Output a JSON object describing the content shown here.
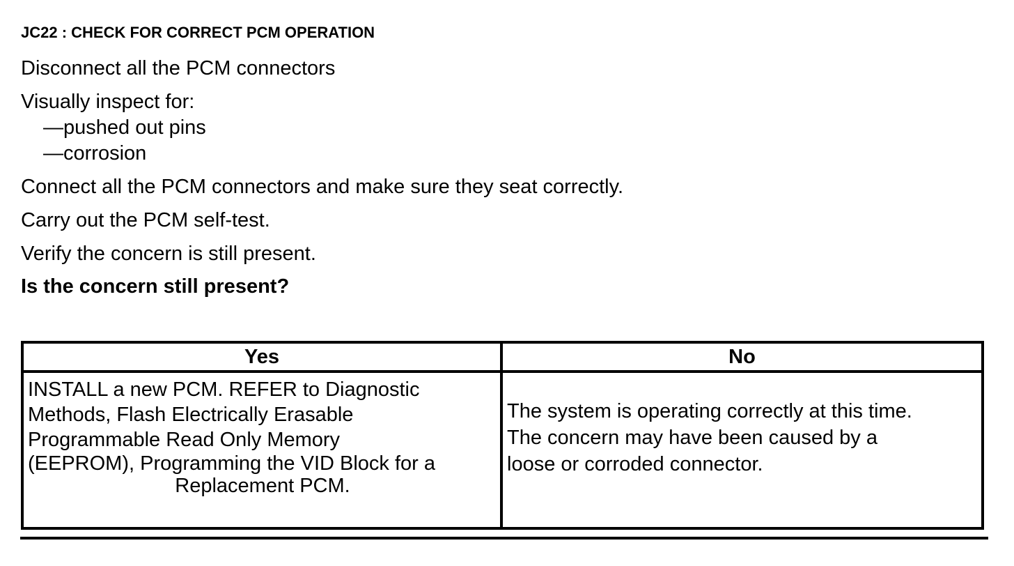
{
  "heading": "JC22 : CHECK FOR CORRECT PCM OPERATION",
  "steps": {
    "disconnect": "Disconnect all the PCM connectors",
    "inspect": "Visually inspect for:",
    "inspect_items": [
      "—pushed out pins",
      "—corrosion"
    ],
    "connect": "Connect all the PCM connectors and make sure they seat correctly.",
    "self_test": "Carry out the PCM self-test.",
    "verify": "Verify the concern is still present.",
    "question": "Is the concern still present?"
  },
  "table": {
    "headers": [
      "Yes",
      "No"
    ],
    "yes_lines": [
      "INSTALL a new PCM. REFER to Diagnostic",
      "Methods,  Flash Electrically Erasable",
      "Programmable Read Only Memory",
      "(EEPROM), Programming the VID Block for a",
      "Replacement PCM."
    ],
    "no_lines": [
      "The system is operating correctly at this time.",
      "The concern may have been caused by a",
      "loose or corroded connector."
    ]
  }
}
